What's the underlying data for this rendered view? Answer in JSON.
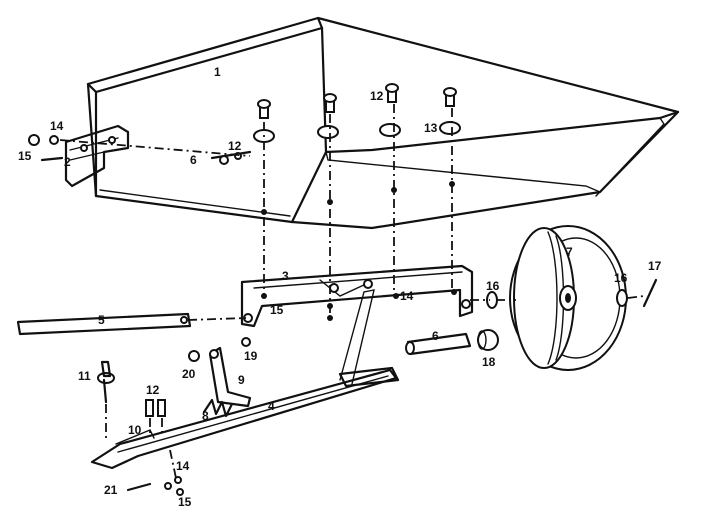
{
  "callouts": {
    "c1": "1",
    "c2": "2",
    "c3": "3",
    "c4": "4",
    "c5": "5",
    "c6a": "6",
    "c6b": "6",
    "c7": "7",
    "c8": "8",
    "c9": "9",
    "c10": "10",
    "c11": "11",
    "c12a": "12",
    "c12b": "12",
    "c12c": "12",
    "c13": "13",
    "c14a": "14",
    "c14b": "14",
    "c14c": "14",
    "c15a": "15",
    "c15b": "15",
    "c15c": "15",
    "c16a": "16",
    "c16b": "16",
    "c17": "17",
    "c18": "18",
    "c19": "19",
    "c20": "20",
    "c21": "21"
  }
}
